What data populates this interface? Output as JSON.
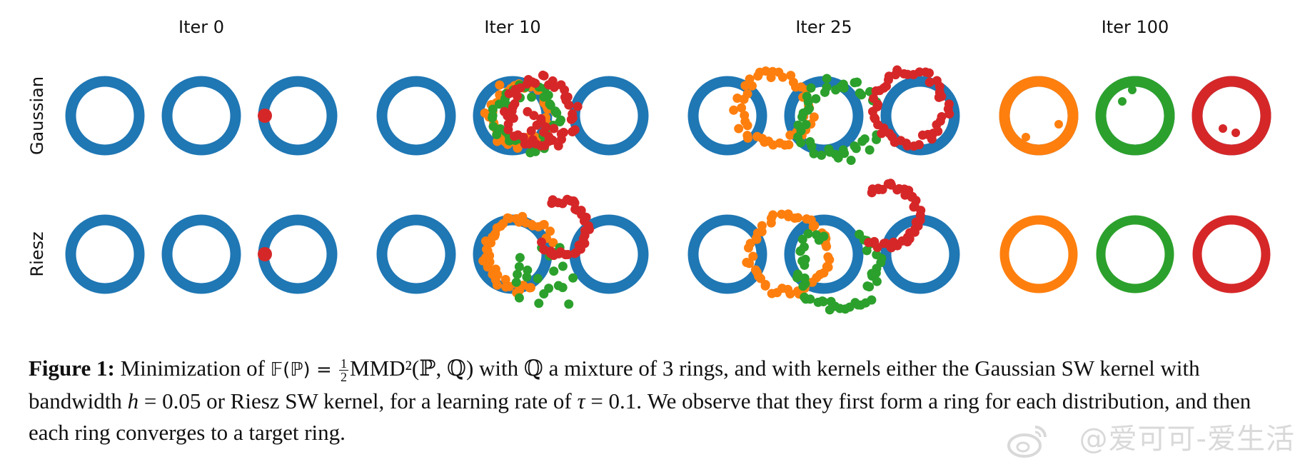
{
  "figure": {
    "columns": [
      "Iter 0",
      "Iter 10",
      "Iter 25",
      "Iter 100"
    ],
    "rows": [
      "Gaussian",
      "Riesz"
    ],
    "colors": {
      "target": "#1f77b4",
      "particles_1": "#ff7f0e",
      "particles_2": "#2ca02c",
      "particles_3": "#d62728"
    }
  },
  "caption": {
    "label": "Figure 1:",
    "part1": " Minimization of ",
    "functional": "𝔽(ℙ) = ",
    "frac_num": "1",
    "frac_den": "2",
    "part2": "MMD²(ℙ, ℚ) with ℚ a mixture of 3 rings, and with kernels either the Gaussian SW kernel with bandwidth ",
    "h_sym": "h",
    "h_val": " = 0.05",
    "part3": " or Riesz SW kernel, for a learning rate of ",
    "tau_sym": "τ",
    "tau_val": " = 0.1",
    "part4": ". We observe that they first form a ring for each distribution, and then each ring converges to a target ring."
  },
  "watermark": {
    "text": "@爱可可-爱生活"
  }
}
